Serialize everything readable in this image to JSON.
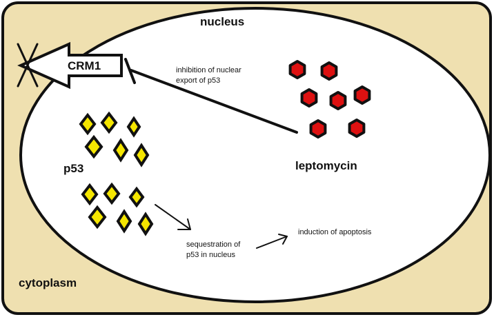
{
  "labels": {
    "nucleus": "nucleus",
    "cytoplasm": "cytoplasm",
    "crm1": "CRM1",
    "p53": "p53",
    "leptomycin": "leptomycin",
    "inhibition_line1": "inhibition of nuclear",
    "inhibition_line2": "export of p53",
    "sequestration_line1": "sequestration of",
    "sequestration_line2": "p53 in nucleus",
    "apoptosis": "induction of apoptosis"
  },
  "colors": {
    "cell": "#efe0b0",
    "nucleus": "#ffffff",
    "outline": "#111111",
    "p53_fill": "#f5e600",
    "leptomycin_fill": "#dd1111"
  }
}
